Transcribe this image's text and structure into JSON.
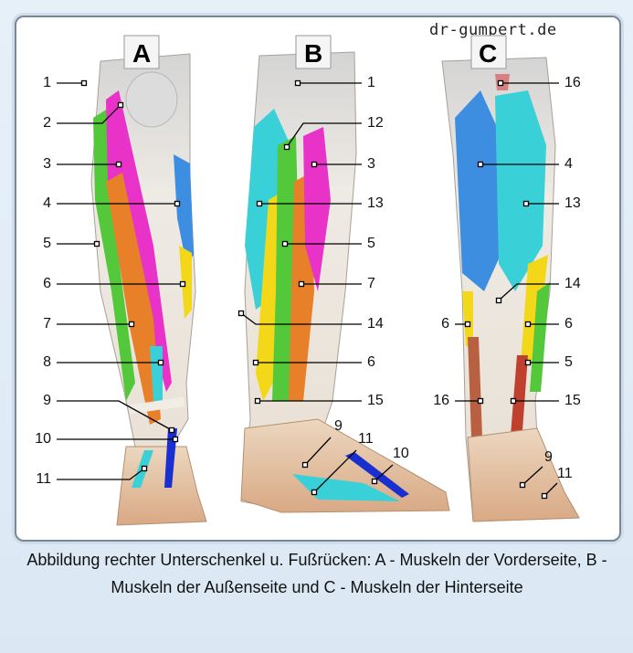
{
  "watermark": "dr-gumpert.de",
  "panels": {
    "a": "A",
    "b": "B",
    "c": "C"
  },
  "labels": {
    "a": [
      "1",
      "2",
      "3",
      "4",
      "5",
      "6",
      "7",
      "8",
      "9",
      "10",
      "11"
    ],
    "b": [
      "1",
      "12",
      "3",
      "13",
      "5",
      "7",
      "14",
      "6",
      "15",
      "9",
      "11",
      "10"
    ],
    "c": [
      "16",
      "4",
      "13",
      "14",
      "6",
      "6",
      "5",
      "16",
      "15",
      "9",
      "11"
    ]
  },
  "caption": "Abbildung rechter Unterschenkel u. Fußrücken: A - Muskeln der Vorderseite, B - Muskeln der Außenseite und C - Muskeln der Hinterseite",
  "colors": {
    "magenta": "#e832c8",
    "orange": "#e8802a",
    "green": "#52c83a",
    "yellow": "#f3d81a",
    "cyan": "#3ad0d8",
    "blue": "#3d8ee0",
    "darkblue": "#1a2fd0",
    "bone": "#ebe5dc",
    "skin": "#e2b48c"
  }
}
